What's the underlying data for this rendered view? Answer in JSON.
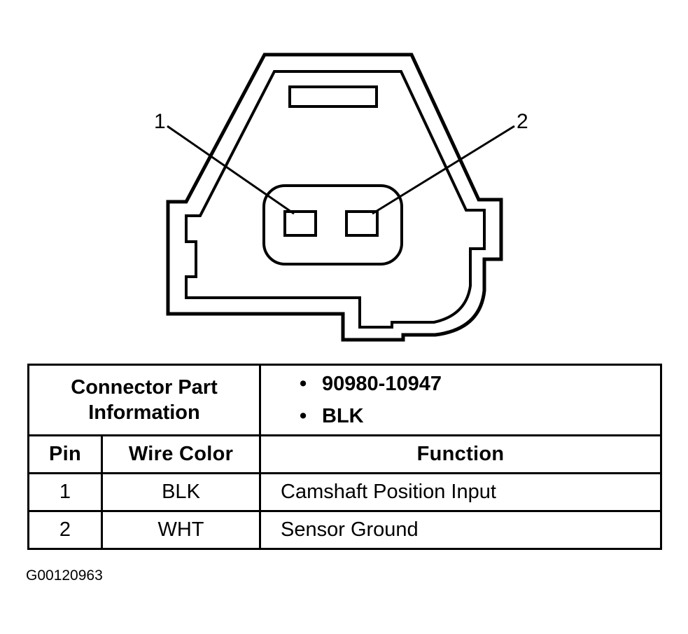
{
  "diagram": {
    "pin_labels": [
      "1",
      "2"
    ]
  },
  "table": {
    "part_title_line1": "Connector Part",
    "part_title_line2": "Information",
    "part_info": [
      "90980-10947",
      "BLK"
    ],
    "bullet_char": "•",
    "headers": {
      "pin": "Pin",
      "wire_color": "Wire Color",
      "function": "Function"
    },
    "rows": [
      {
        "pin": "1",
        "wire_color": "BLK",
        "function": "Camshaft Position Input"
      },
      {
        "pin": "2",
        "wire_color": "WHT",
        "function": "Sensor Ground"
      }
    ]
  },
  "figure_id": "G00120963"
}
